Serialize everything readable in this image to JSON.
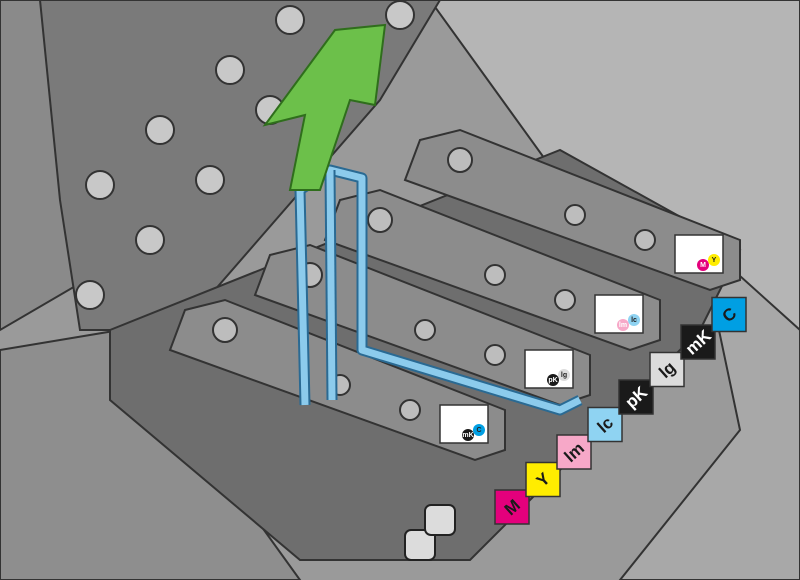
{
  "ink_strip": {
    "labels": [
      "M",
      "Y",
      "lm",
      "lc",
      "pK",
      "lg",
      "mK",
      "C"
    ],
    "label_colors": [
      "#e4007c",
      "#ffed00",
      "#f7a8c8",
      "#8fd3f2",
      "#1a1a1a",
      "#dcdcdc",
      "#1a1a1a",
      "#009fe3"
    ],
    "text_colors": [
      "#1a1a1a",
      "#1a1a1a",
      "#1a1a1a",
      "#1a1a1a",
      "#ffffff",
      "#1a1a1a",
      "#ffffff",
      "#1a1a1a"
    ]
  },
  "printheads": [
    {
      "dot_left": "M",
      "dot_right": "Y",
      "left_color": "#e4007c",
      "right_color": "#ffed00"
    },
    {
      "dot_left": "lm",
      "dot_right": "lc",
      "left_color": "#f7a8c8",
      "right_color": "#8fd3f2"
    },
    {
      "dot_left": "pK",
      "dot_right": "lg",
      "left_color": "#1a1a1a",
      "right_color": "#dcdcdc"
    },
    {
      "dot_left": "mK",
      "dot_right": "C",
      "left_color": "#1a1a1a",
      "right_color": "#009fe3"
    }
  ],
  "colors": {
    "arrow": "#6cc04a",
    "handle": "#8ccbec",
    "body": "#8c8c8c",
    "dark": "#4a4a4a"
  },
  "icons": {
    "arrow": "up-arrow-icon",
    "handle": "handle-icon"
  }
}
